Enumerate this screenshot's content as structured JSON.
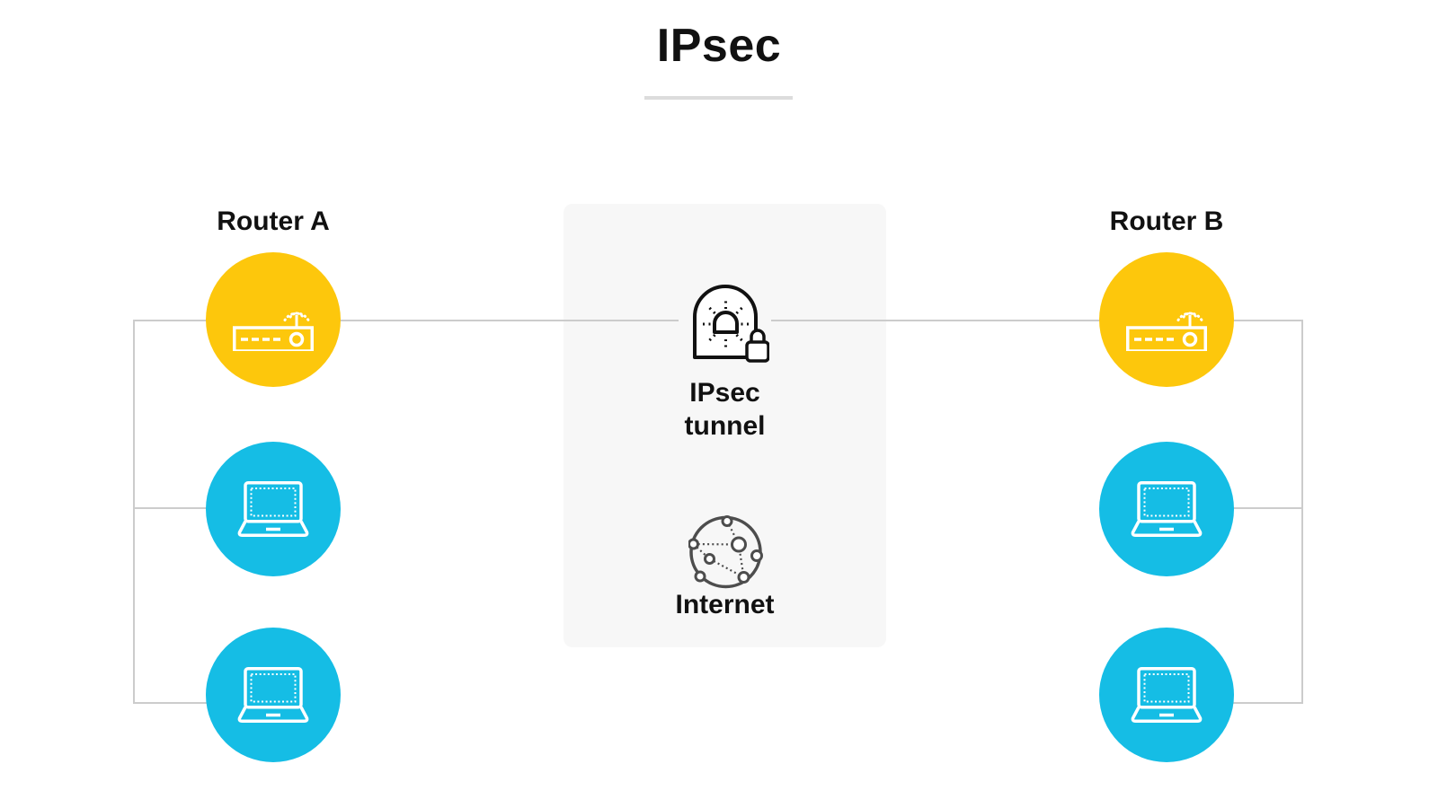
{
  "title": "IPsec",
  "groups": {
    "left": {
      "label": "Router A",
      "nodes": [
        {
          "name": "router-a",
          "type": "wireless-router",
          "circle_color": "#FDC70C"
        },
        {
          "name": "laptop-a1",
          "type": "laptop",
          "circle_color": "#15BDE5"
        },
        {
          "name": "laptop-a2",
          "type": "laptop",
          "circle_color": "#15BDE5"
        }
      ]
    },
    "right": {
      "label": "Router B",
      "nodes": [
        {
          "name": "router-b",
          "type": "wireless-router",
          "circle_color": "#FDC70C"
        },
        {
          "name": "laptop-b1",
          "type": "laptop",
          "circle_color": "#15BDE5"
        },
        {
          "name": "laptop-b2",
          "type": "laptop",
          "circle_color": "#15BDE5"
        }
      ]
    }
  },
  "center": {
    "tunnel": {
      "icon": "ipsec-tunnel-lock-icon",
      "label_line1": "IPsec",
      "label_line2": "tunnel"
    },
    "internet": {
      "icon": "internet-globe-icon",
      "label": "Internet"
    }
  },
  "colors": {
    "background": "#FFFFFF",
    "router_circle": "#FDC70C",
    "device_circle": "#15BDE5",
    "icon_stroke_on_circle": "#FFFFFF",
    "connector_line": "#CCCCCC",
    "panel_background": "#F7F7F7",
    "text": "#111111",
    "title_underline": "#DCDCDC",
    "tunnel_icon_stroke": "#111111",
    "internet_icon_stroke": "#4D4D4D"
  }
}
